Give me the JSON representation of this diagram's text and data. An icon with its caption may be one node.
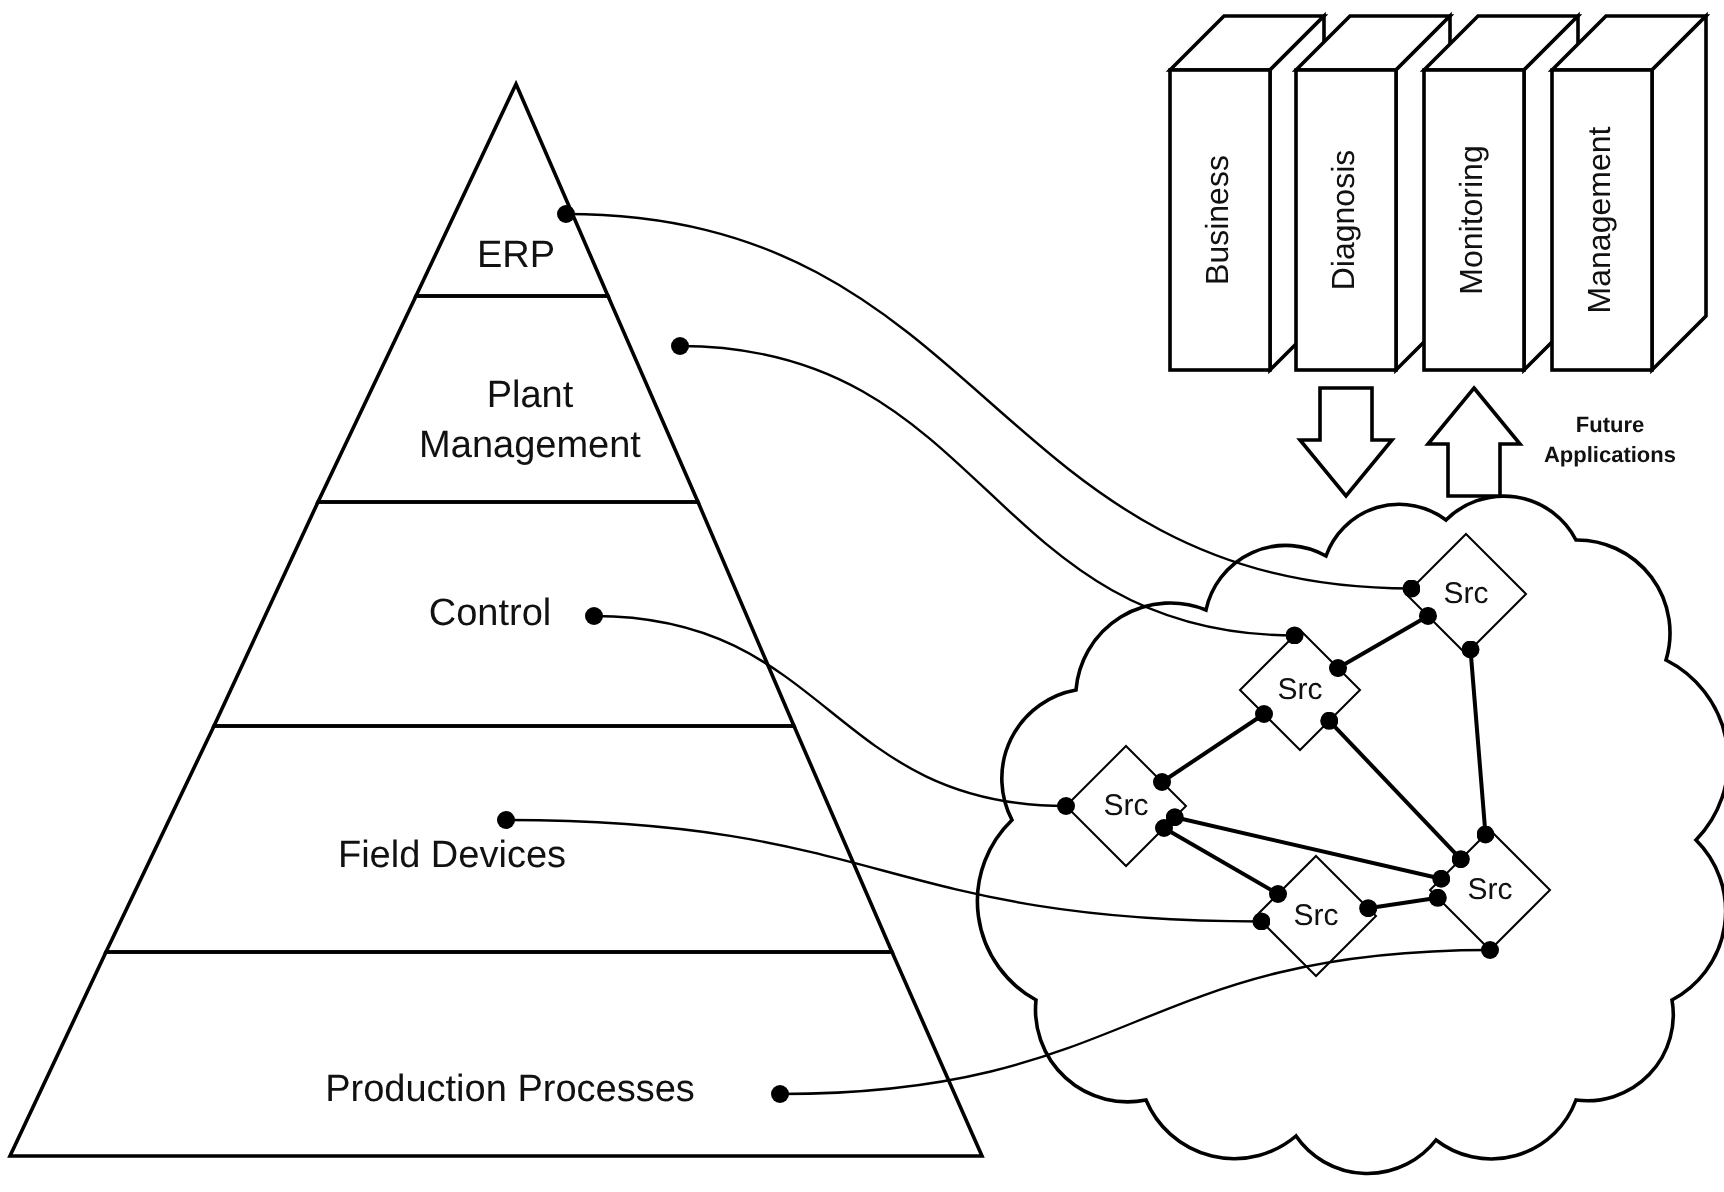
{
  "diagram": {
    "nodes": [
      {
        "text": [
          "ERP"
        ]
      },
      {
        "text": [
          "Plant Management"
        ]
      },
      {
        "text": [
          "Control"
        ]
      },
      {
        "text": [
          "Field Devices"
        ]
      },
      {
        "text": [
          "Production Processes"
        ]
      },
      {
        "text": [
          "Business"
        ]
      },
      {
        "text": [
          "Diagnosis"
        ]
      },
      {
        "text": [
          "Monitoring"
        ]
      },
      {
        "text": [
          "Management"
        ]
      },
      {
        "text": [],
        "shape": "cloud"
      },
      {
        "text": [
          "Src"
        ],
        "in": 9
      },
      {
        "text": [
          "Src"
        ],
        "in": 9
      },
      {
        "text": [
          "Src"
        ],
        "in": 9
      },
      {
        "text": [
          "Src"
        ],
        "in": 9
      },
      {
        "text": [
          "Src"
        ],
        "in": 9
      }
    ],
    "edges": [
      {
        "from": 0,
        "to": 10,
        "arrow": "other"
      },
      {
        "from": 1,
        "to": 11,
        "arrow": "other"
      },
      {
        "from": 2,
        "to": 12,
        "arrow": "other"
      },
      {
        "from": 3,
        "to": 13,
        "arrow": "other"
      },
      {
        "from": 4,
        "to": 14,
        "arrow": "other"
      },
      {
        "from": 10,
        "to": 11,
        "arrow": "other"
      },
      {
        "from": 11,
        "to": 12,
        "arrow": "other"
      },
      {
        "from": 11,
        "to": 14,
        "arrow": "other"
      },
      {
        "from": 10,
        "to": 14,
        "arrow": "other"
      },
      {
        "from": 12,
        "to": 14,
        "arrow": "other"
      },
      {
        "from": 12,
        "to": 13,
        "arrow": "other"
      },
      {
        "from": 13,
        "to": 14,
        "arrow": "other"
      },
      {
        "from": 6,
        "to": 9,
        "arrow": "to",
        "style": "thick"
      },
      {
        "from": 9,
        "to": 7,
        "arrow": "to",
        "style": "thick",
        "label": "Future Applications"
      }
    ]
  }
}
